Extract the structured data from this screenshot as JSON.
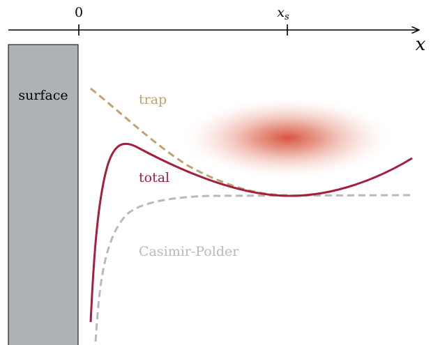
{
  "axis": {
    "var_label": "x",
    "tick_zero": "0",
    "tick_xs_main": "x",
    "tick_xs_sub": "s"
  },
  "labels": {
    "surface": "surface",
    "trap": "trap",
    "total": "total",
    "casimir_polder": "Casimir-Polder"
  },
  "colors": {
    "surface_fill": "#adb2b5",
    "trap": "#c1a26f",
    "total": "#a31f3b",
    "casimir_polder": "#b9b9bd",
    "cloud": "#d9543f",
    "axis": "#000000"
  }
}
